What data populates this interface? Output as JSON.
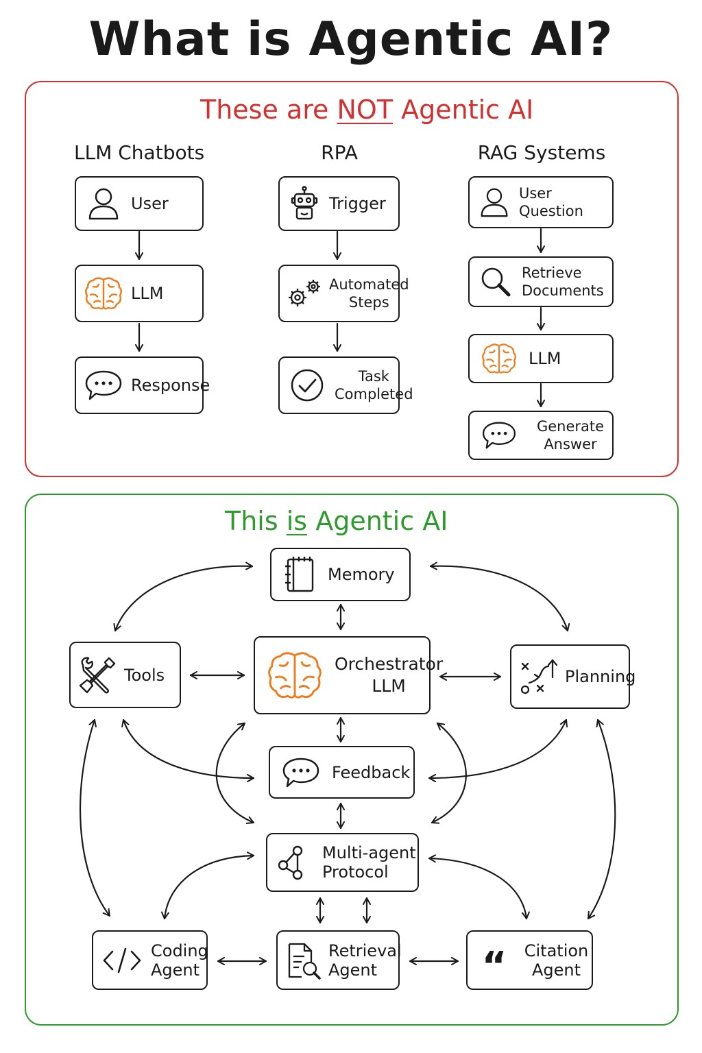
{
  "title": "What is Agentic AI?",
  "not_section": {
    "heading_prefix": "These are",
    "heading_emph": "NOT",
    "heading_suffix": "Agentic AI",
    "columns": [
      {
        "title": "LLM Chatbots",
        "steps": [
          "User",
          "LLM",
          "Response"
        ]
      },
      {
        "title": "RPA",
        "steps": [
          "Trigger",
          "Automated\nSteps",
          "Task\nCompleted"
        ]
      },
      {
        "title": "RAG Systems",
        "steps": [
          "User Question",
          "Retrieve\nDocuments",
          "LLM",
          "Generate\nAnswer"
        ]
      }
    ]
  },
  "is_section": {
    "heading_prefix": "This",
    "heading_emph": "is",
    "heading_suffix": "Agentic AI",
    "nodes": {
      "memory": "Memory",
      "tools": "Tools",
      "orchestrator": "Orchestrator\nLLM",
      "planning": "Planning",
      "feedback": "Feedback",
      "multi_agent": "Multi-agent\nProtocol",
      "coding_agent": "Coding\nAgent",
      "retrieval_agent": "Retrieval\nAgent",
      "citation_agent": "Citation\nAgent"
    }
  },
  "colors": {
    "not_border": "#d32f2f",
    "is_border": "#2e9a2e",
    "brain_icon": "#f07a1a",
    "ink": "#1a1a1a"
  },
  "icons": [
    "user-icon",
    "brain-icon",
    "chat-bubble-icon",
    "robot-icon",
    "gears-icon",
    "check-circle-icon",
    "magnifier-icon",
    "notebook-icon",
    "wrench-screwdriver-icon",
    "play-diagram-icon",
    "network-icon",
    "code-icon",
    "document-search-icon",
    "quote-icon"
  ]
}
